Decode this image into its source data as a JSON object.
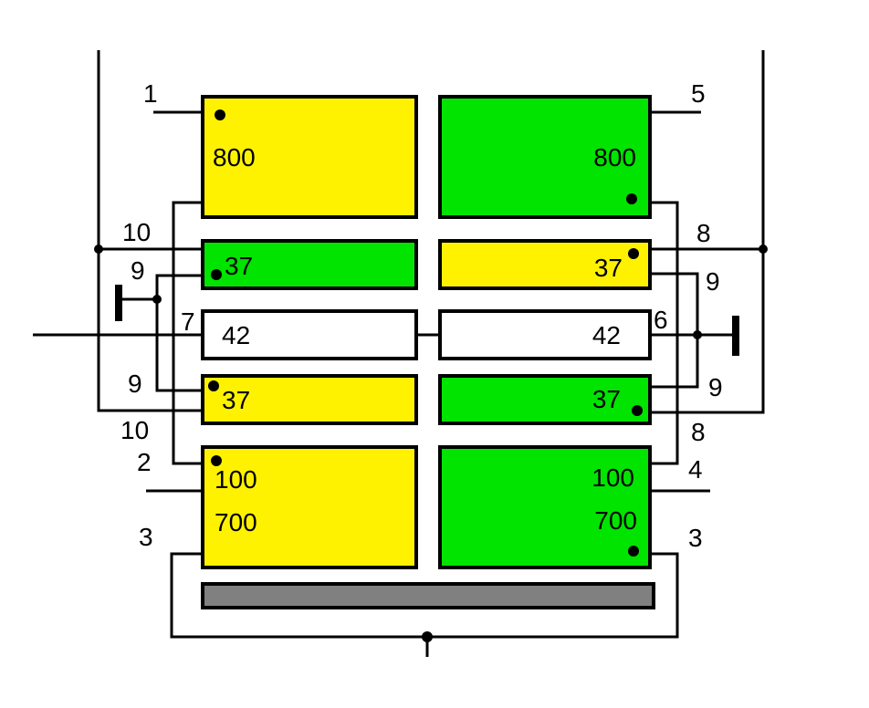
{
  "colors": {
    "yellow": "#FFF200",
    "green": "#00E400",
    "white": "#FFFFFF",
    "gray": "#808080",
    "line": "#000000"
  },
  "terminals": {
    "t1": "1",
    "t2": "2",
    "t3_left": "3",
    "t3_right": "3",
    "t4": "4",
    "t5": "5",
    "t6": "6",
    "t7": "7",
    "t8_top": "8",
    "t8_bottom": "8",
    "t9_left_top": "9",
    "t9_left_bottom": "9",
    "t9_right_top": "9",
    "t9_right_bottom": "9",
    "t10_top": "10",
    "t10_bottom": "10"
  },
  "windings": {
    "top_left": {
      "value": "800",
      "fill": "yellow"
    },
    "top_right": {
      "value": "800",
      "fill": "green"
    },
    "upper_mid_left": {
      "value": "37",
      "fill": "green"
    },
    "upper_mid_right": {
      "value": "37",
      "fill": "yellow"
    },
    "center_left": {
      "value": "42",
      "fill": "white"
    },
    "center_right": {
      "value": "42",
      "fill": "white"
    },
    "lower_mid_left": {
      "value": "37",
      "fill": "yellow"
    },
    "lower_mid_right": {
      "value": "37",
      "fill": "green"
    },
    "bottom_left": {
      "value1": "100",
      "value2": "700",
      "fill": "yellow"
    },
    "bottom_right": {
      "value1": "100",
      "value2": "700",
      "fill": "green"
    }
  }
}
